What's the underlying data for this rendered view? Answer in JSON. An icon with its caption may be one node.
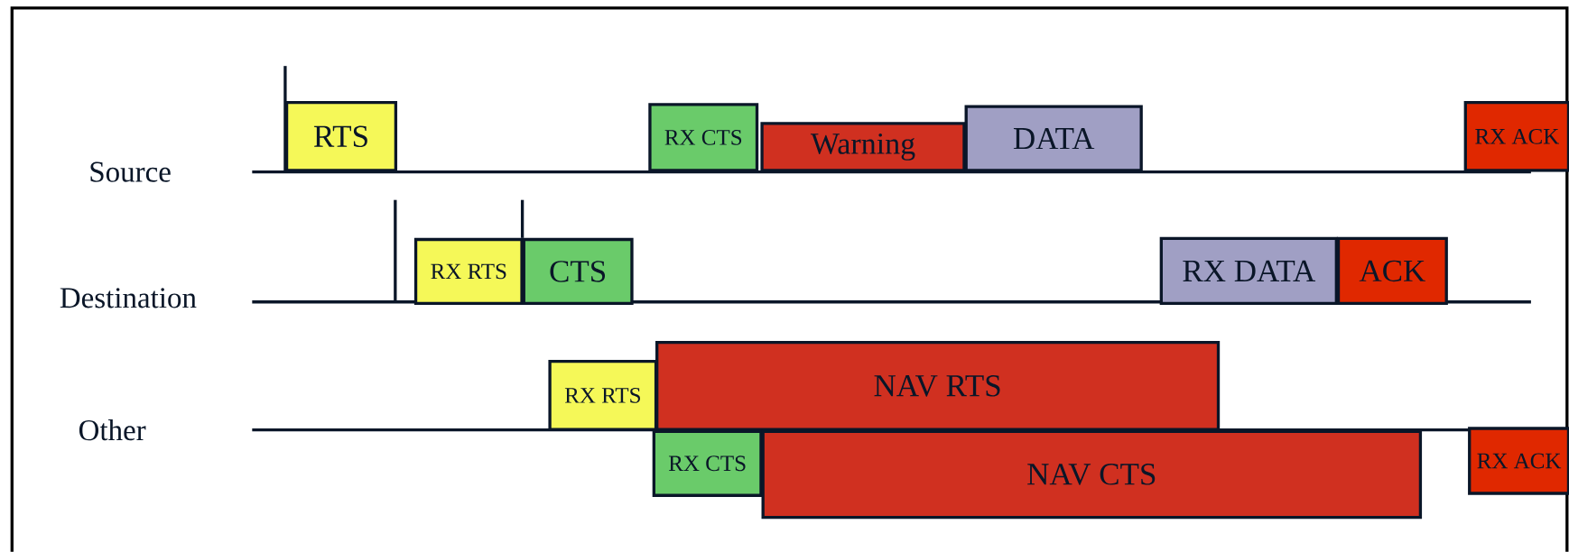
{
  "diagram": {
    "nodes": [
      {
        "text": [
          "RTS"
        ]
      },
      {
        "text": [
          "RX CTS"
        ]
      },
      {
        "text": [
          "Warning"
        ]
      },
      {
        "text": [
          "DATA"
        ]
      },
      {
        "text": [
          "RX ACK"
        ]
      },
      {
        "text": [
          "RX RTS"
        ]
      },
      {
        "text": [
          "CTS"
        ]
      },
      {
        "text": [
          "RX DATA"
        ]
      },
      {
        "text": [
          "ACK"
        ]
      },
      {
        "text": [
          "RX RTS"
        ]
      },
      {
        "text": [
          "NAV RTS"
        ]
      },
      {
        "text": [
          "RX CTS"
        ]
      },
      {
        "text": [
          "NAV CTS"
        ]
      },
      {
        "text": [
          "RX ACK"
        ]
      }
    ],
    "labels": [
      "Source",
      "Destination",
      "Other"
    ]
  }
}
